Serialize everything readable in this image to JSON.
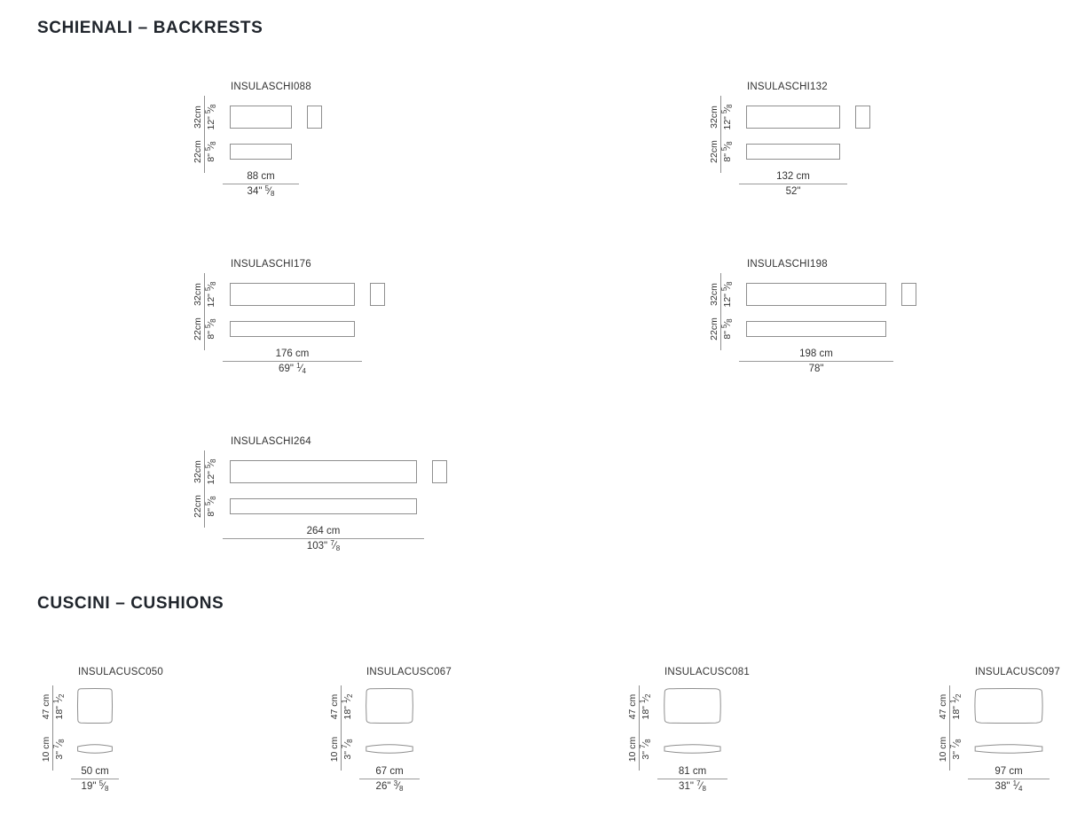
{
  "colors": {
    "title": "#20252c",
    "text": "#333333",
    "line": "#9a9a9a",
    "shape_border": "#8f8f8f",
    "background": "#ffffff"
  },
  "backrests_section": {
    "title": "SCHIENALI – BACKRESTS",
    "shared_heights": {
      "upper": {
        "cm": "32cm",
        "inch": "12\"",
        "frac_num": "5",
        "frac_den": "8"
      },
      "lower": {
        "cm": "22cm",
        "inch": "8\"",
        "frac_num": "5",
        "frac_den": "8"
      }
    },
    "items": [
      {
        "code": "INSULASCHI088",
        "width_cm": 88,
        "width_cm_label": "88 cm",
        "width_inch": "34\"",
        "frac_num": "5",
        "frac_den": "8"
      },
      {
        "code": "INSULASCHI132",
        "width_cm": 132,
        "width_cm_label": "132 cm",
        "width_inch": "52\"",
        "frac_num": "",
        "frac_den": ""
      },
      {
        "code": "INSULASCHI176",
        "width_cm": 176,
        "width_cm_label": "176 cm",
        "width_inch": "69\"",
        "frac_num": "1",
        "frac_den": "4"
      },
      {
        "code": "INSULASCHI198",
        "width_cm": 198,
        "width_cm_label": "198 cm",
        "width_inch": "78\"",
        "frac_num": "",
        "frac_den": ""
      },
      {
        "code": "INSULASCHI264",
        "width_cm": 264,
        "width_cm_label": "264 cm",
        "width_inch": "103\"",
        "frac_num": "7",
        "frac_den": "8"
      }
    ]
  },
  "cushions_section": {
    "title": "CUSCINI – CUSHIONS",
    "shared_heights": {
      "front": {
        "cm": "47 cm",
        "inch": "18\"",
        "frac_num": "1",
        "frac_den": "2"
      },
      "side": {
        "cm": "10 cm",
        "inch": "3\"",
        "frac_num": "7",
        "frac_den": "8"
      }
    },
    "items": [
      {
        "code": "INSULACUSC050",
        "width_cm": 50,
        "width_cm_label": "50 cm",
        "width_inch": "19\"",
        "frac_num": "5",
        "frac_den": "8"
      },
      {
        "code": "INSULACUSC067",
        "width_cm": 67,
        "width_cm_label": "67 cm",
        "width_inch": "26\"",
        "frac_num": "3",
        "frac_den": "8"
      },
      {
        "code": "INSULACUSC081",
        "width_cm": 81,
        "width_cm_label": "81 cm",
        "width_inch": "31\"",
        "frac_num": "7",
        "frac_den": "8"
      },
      {
        "code": "INSULACUSC097",
        "width_cm": 97,
        "width_cm_label": "97 cm",
        "width_inch": "38\"",
        "frac_num": "1",
        "frac_den": "4"
      }
    ]
  }
}
